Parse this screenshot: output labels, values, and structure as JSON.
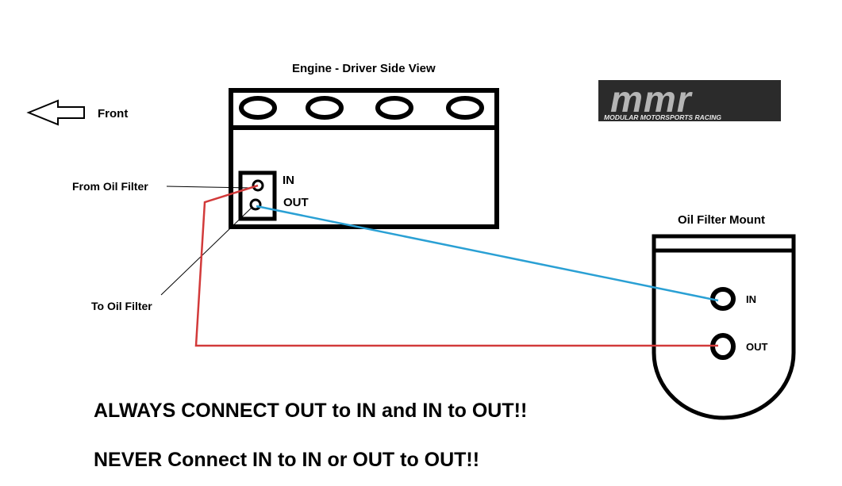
{
  "engine": {
    "title": "Engine - Driver Side View",
    "port_in": "IN",
    "port_out": "OUT"
  },
  "direction": {
    "label": "Front",
    "icon": "left-arrow-icon"
  },
  "callouts": {
    "from_filter": "From Oil Filter",
    "to_filter": "To Oil Filter"
  },
  "logo": {
    "monogram": "mmr",
    "tagline": "MODULAR MOTORSPORTS RACING"
  },
  "filter_mount": {
    "title": "Oil Filter Mount",
    "port_in": "IN",
    "port_out": "OUT"
  },
  "notes": {
    "always": "ALWAYS CONNECT OUT to IN and IN to OUT!!",
    "never": "NEVER Connect IN to IN or OUT to OUT!!"
  },
  "colors": {
    "line_out_to_in": "#2aa0d4",
    "line_in_to_out": "#d23a3a",
    "outline": "#000000",
    "logo_bg": "#2b2b2b"
  }
}
